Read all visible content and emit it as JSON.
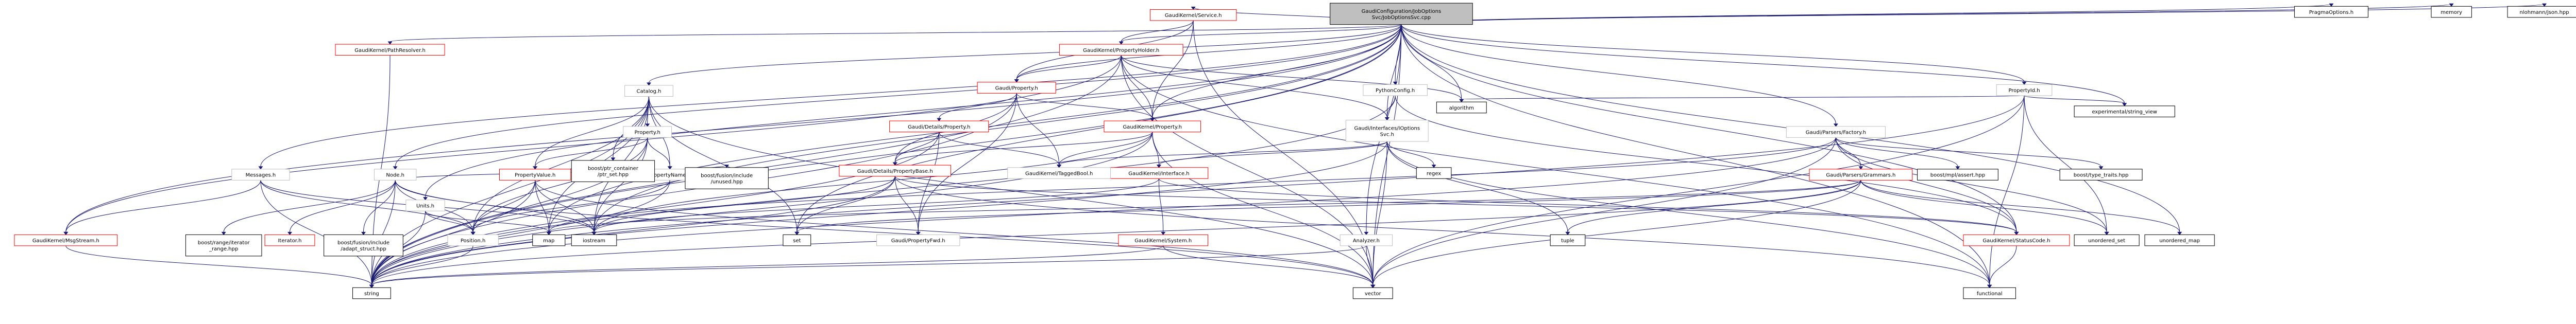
{
  "root": {
    "id": "root",
    "label_lines": [
      "GaudiConfiguration/JobOptions",
      "Svc/JobOptionsSvc.cpp"
    ],
    "style": "root"
  },
  "nodes": [
    {
      "id": "service",
      "label_lines": [
        "GaudiKernel/Service.h"
      ],
      "style": "red"
    },
    {
      "id": "propholder",
      "label_lines": [
        "GaudiKernel/PropertyHolder.h"
      ],
      "style": "red"
    },
    {
      "id": "pathresolver",
      "label_lines": [
        "GaudiKernel/PathResolver.h"
      ],
      "style": "red"
    },
    {
      "id": "gkproperty_h",
      "label_lines": [
        "Gaudi/Property.h"
      ],
      "style": "red"
    },
    {
      "id": "details_property",
      "label_lines": [
        "Gaudi/Details/Property.h"
      ],
      "style": "red"
    },
    {
      "id": "details_propertybase",
      "label_lines": [
        "Gaudi/Details/PropertyBase.h"
      ],
      "style": "red"
    },
    {
      "id": "gk_property",
      "label_lines": [
        "GaudiKernel/Property.h"
      ],
      "style": "red"
    },
    {
      "id": "ginterface",
      "label_lines": [
        "GaudiKernel/Interface.h"
      ],
      "style": "red"
    },
    {
      "id": "gksystem",
      "label_lines": [
        "GaudiKernel/System.h"
      ],
      "style": "red"
    },
    {
      "id": "gkstatuscode",
      "label_lines": [
        "GaudiKernel/StatusCode.h"
      ],
      "style": "red"
    },
    {
      "id": "gkmsgstream",
      "label_lines": [
        "GaudiKernel/MsgStream.h"
      ],
      "style": "red"
    },
    {
      "id": "propertyvalue",
      "label_lines": [
        "PropertyValue.h"
      ],
      "style": "red"
    },
    {
      "id": "parsersgrammars",
      "label_lines": [
        "Gaudi/Parsers/Grammars.h"
      ],
      "style": "red"
    },
    {
      "id": "iterator",
      "label_lines": [
        "Iterator.h"
      ],
      "style": "red"
    },
    {
      "id": "catalog",
      "label_lines": [
        "Catalog.h"
      ],
      "style": "std"
    },
    {
      "id": "messages",
      "label_lines": [
        "Messages.h"
      ],
      "style": "std"
    },
    {
      "id": "node",
      "label_lines": [
        "Node.h"
      ],
      "style": "std"
    },
    {
      "id": "units",
      "label_lines": [
        "Units.h"
      ],
      "style": "std"
    },
    {
      "id": "property_local",
      "label_lines": [
        "Property.h"
      ],
      "style": "std"
    },
    {
      "id": "propertyname",
      "label_lines": [
        "PropertyName.h"
      ],
      "style": "std"
    },
    {
      "id": "position",
      "label_lines": [
        "Position.h"
      ],
      "style": "std"
    },
    {
      "id": "pythonconfig",
      "label_lines": [
        "PythonConfig.h"
      ],
      "style": "std"
    },
    {
      "id": "ioptionssvc",
      "label_lines": [
        "Gaudi/Interfaces/IOptions",
        "Svc.h"
      ],
      "style": "std"
    },
    {
      "id": "parsersfactory",
      "label_lines": [
        "Gaudi/Parsers/Factory.h"
      ],
      "style": "std"
    },
    {
      "id": "propertyid",
      "label_lines": [
        "PropertyId.h"
      ],
      "style": "std"
    },
    {
      "id": "analyzer",
      "label_lines": [
        "Analyzer.h"
      ],
      "style": "std"
    },
    {
      "id": "taggedbool",
      "label_lines": [
        "GaudiKernel/TaggedBool.h"
      ],
      "style": "std"
    },
    {
      "id": "propertyfwd",
      "label_lines": [
        "Gaudi/PropertyFwd.h"
      ],
      "style": "std"
    },
    {
      "id": "ptr_container",
      "label_lines": [
        "boost/ptr_container",
        "/ptr_set.hpp"
      ],
      "style": "plain"
    },
    {
      "id": "boost_range",
      "label_lines": [
        "boost/range/iterator",
        "_range.hpp"
      ],
      "style": "plain"
    },
    {
      "id": "fusion_adapt",
      "label_lines": [
        "boost/fusion/include",
        "/adapt_struct.hpp"
      ],
      "style": "plain"
    },
    {
      "id": "fusion_unused",
      "label_lines": [
        "boost/fusion/include",
        "/unused.hpp"
      ],
      "style": "plain"
    },
    {
      "id": "mplassert",
      "label_lines": [
        "boost/mpl/assert.hpp"
      ],
      "style": "plain"
    },
    {
      "id": "typetraits",
      "label_lines": [
        "boost/type_traits.hpp"
      ],
      "style": "plain"
    },
    {
      "id": "pragmaoptions",
      "label_lines": [
        "PragmaOptions.h"
      ],
      "style": "plain"
    },
    {
      "id": "memory",
      "label_lines": [
        "memory"
      ],
      "style": "plain"
    },
    {
      "id": "nlohmann",
      "label_lines": [
        "nlohmann/json.hpp"
      ],
      "style": "plain"
    },
    {
      "id": "algorithm",
      "label_lines": [
        "algorithm"
      ],
      "style": "plain"
    },
    {
      "id": "exp_string_view",
      "label_lines": [
        "experimental/string_view"
      ],
      "style": "plain"
    },
    {
      "id": "regex",
      "label_lines": [
        "regex"
      ],
      "style": "plain"
    },
    {
      "id": "tuple",
      "label_lines": [
        "tuple"
      ],
      "style": "plain"
    },
    {
      "id": "set",
      "label_lines": [
        "set"
      ],
      "style": "plain"
    },
    {
      "id": "map",
      "label_lines": [
        "map"
      ],
      "style": "plain"
    },
    {
      "id": "iostream",
      "label_lines": [
        "iostream"
      ],
      "style": "plain"
    },
    {
      "id": "string",
      "label_lines": [
        "string"
      ],
      "style": "plain"
    },
    {
      "id": "vector",
      "label_lines": [
        "vector"
      ],
      "style": "plain"
    },
    {
      "id": "functional",
      "label_lines": [
        "functional"
      ],
      "style": "plain"
    },
    {
      "id": "unordered_set",
      "label_lines": [
        "unordered_set"
      ],
      "style": "plain"
    },
    {
      "id": "unordered_map",
      "label_lines": [
        "unordered_map"
      ],
      "style": "plain"
    }
  ],
  "edges": [
    [
      "root",
      "service"
    ],
    [
      "root",
      "propholder"
    ],
    [
      "root",
      "pathresolver"
    ],
    [
      "root",
      "catalog"
    ],
    [
      "root",
      "messages"
    ],
    [
      "root",
      "node"
    ],
    [
      "root",
      "units"
    ],
    [
      "root",
      "gkproperty_h"
    ],
    [
      "root",
      "gk_property"
    ],
    [
      "root",
      "pythonconfig"
    ],
    [
      "root",
      "ioptionssvc"
    ],
    [
      "root",
      "parsersfactory"
    ],
    [
      "root",
      "propertyid"
    ],
    [
      "root",
      "analyzer"
    ],
    [
      "root",
      "pragmaoptions"
    ],
    [
      "root",
      "memory"
    ],
    [
      "root",
      "nlohmann"
    ],
    [
      "root",
      "algorithm"
    ],
    [
      "root",
      "exp_string_view"
    ],
    [
      "root",
      "string"
    ],
    [
      "root",
      "vector"
    ],
    [
      "root",
      "functional"
    ],
    [
      "root",
      "unordered_map"
    ],
    [
      "root",
      "gkstatuscode"
    ],
    [
      "root",
      "gkmsgstream"
    ],
    [
      "root",
      "set"
    ],
    [
      "root",
      "iostream"
    ],
    [
      "root",
      "map"
    ],
    [
      "service",
      "propholder"
    ],
    [
      "service",
      "gkproperty_h"
    ],
    [
      "service",
      "gk_property"
    ],
    [
      "service",
      "vector"
    ],
    [
      "propholder",
      "gkproperty_h"
    ],
    [
      "propholder",
      "gk_property"
    ],
    [
      "propholder",
      "ioptionssvc"
    ],
    [
      "propholder",
      "algorithm"
    ],
    [
      "propholder",
      "string"
    ],
    [
      "propholder",
      "vector"
    ],
    [
      "propholder",
      "functional"
    ],
    [
      "propholder",
      "gkmsgstream"
    ],
    [
      "pathresolver",
      "string"
    ],
    [
      "gkproperty_h",
      "details_property"
    ],
    [
      "gkproperty_h",
      "details_propertybase"
    ],
    [
      "gkproperty_h",
      "gk_property"
    ],
    [
      "gkproperty_h",
      "taggedbool"
    ],
    [
      "gkproperty_h",
      "propertyfwd"
    ],
    [
      "gkproperty_h",
      "string"
    ],
    [
      "details_property",
      "details_propertybase"
    ],
    [
      "details_property",
      "taggedbool"
    ],
    [
      "details_property",
      "propertyfwd"
    ],
    [
      "details_property",
      "string"
    ],
    [
      "details_propertybase",
      "propertyfwd"
    ],
    [
      "details_propertybase",
      "string"
    ],
    [
      "details_propertybase",
      "gkstatuscode"
    ],
    [
      "details_propertybase",
      "set"
    ],
    [
      "details_propertybase",
      "iostream"
    ],
    [
      "details_propertybase",
      "functional"
    ],
    [
      "gk_property",
      "ginterface"
    ],
    [
      "gk_property",
      "details_propertybase"
    ],
    [
      "gk_property",
      "taggedbool"
    ],
    [
      "gk_property",
      "string"
    ],
    [
      "gk_property",
      "vector"
    ],
    [
      "gk_property",
      "iostream"
    ],
    [
      "ginterface",
      "gksystem"
    ],
    [
      "ginterface",
      "gkstatuscode"
    ],
    [
      "ginterface",
      "iostream"
    ],
    [
      "gksystem",
      "string"
    ],
    [
      "gksystem",
      "vector"
    ],
    [
      "gkstatuscode",
      "functional"
    ],
    [
      "gkmsgstream",
      "string"
    ],
    [
      "catalog",
      "property_local"
    ],
    [
      "catalog",
      "propertyname"
    ],
    [
      "catalog",
      "propertyvalue"
    ],
    [
      "catalog",
      "ptr_container"
    ],
    [
      "catalog",
      "map"
    ],
    [
      "catalog",
      "string"
    ],
    [
      "catalog",
      "vector"
    ],
    [
      "catalog",
      "set"
    ],
    [
      "catalog",
      "position"
    ],
    [
      "catalog",
      "iostream"
    ],
    [
      "property_local",
      "propertyname"
    ],
    [
      "property_local",
      "propertyvalue"
    ],
    [
      "property_local",
      "position"
    ],
    [
      "property_local",
      "string"
    ],
    [
      "property_local",
      "iostream"
    ],
    [
      "propertyname",
      "string"
    ],
    [
      "propertyname",
      "position"
    ],
    [
      "propertyvalue",
      "position"
    ],
    [
      "propertyvalue",
      "string"
    ],
    [
      "propertyvalue",
      "vector"
    ],
    [
      "propertyvalue",
      "map"
    ],
    [
      "propertyvalue",
      "iostream"
    ],
    [
      "position",
      "string"
    ],
    [
      "messages",
      "gkmsgstream"
    ],
    [
      "messages",
      "position"
    ],
    [
      "messages",
      "string"
    ],
    [
      "messages",
      "iostream"
    ],
    [
      "node",
      "iterator"
    ],
    [
      "node",
      "boost_range"
    ],
    [
      "node",
      "fusion_adapt"
    ],
    [
      "node",
      "fusion_unused"
    ],
    [
      "node",
      "position"
    ],
    [
      "node",
      "string"
    ],
    [
      "node",
      "vector"
    ],
    [
      "node",
      "iostream"
    ],
    [
      "units",
      "position"
    ],
    [
      "units",
      "map"
    ],
    [
      "units",
      "string"
    ],
    [
      "pythonconfig",
      "ioptionssvc"
    ],
    [
      "pythonconfig",
      "gkstatuscode"
    ],
    [
      "pythonconfig",
      "string"
    ],
    [
      "ioptionssvc",
      "ginterface"
    ],
    [
      "ioptionssvc",
      "taggedbool"
    ],
    [
      "ioptionssvc",
      "regex"
    ],
    [
      "ioptionssvc",
      "tuple"
    ],
    [
      "ioptionssvc",
      "vector"
    ],
    [
      "ioptionssvc",
      "string"
    ],
    [
      "ioptionssvc",
      "functional"
    ],
    [
      "parsersfactory",
      "parsersgrammars"
    ],
    [
      "parsersfactory",
      "gkstatuscode"
    ],
    [
      "parsersfactory",
      "mplassert"
    ],
    [
      "parsersfactory",
      "typetraits"
    ],
    [
      "parsersfactory",
      "string"
    ],
    [
      "parsersfactory",
      "vector"
    ],
    [
      "parsersfactory",
      "map"
    ],
    [
      "parsersfactory",
      "unordered_set"
    ],
    [
      "parsersgrammars",
      "string"
    ],
    [
      "parsersgrammars",
      "vector"
    ],
    [
      "parsersgrammars",
      "tuple"
    ],
    [
      "parsersgrammars",
      "map"
    ],
    [
      "parsersgrammars",
      "set"
    ],
    [
      "parsersgrammars",
      "unordered_map"
    ],
    [
      "parsersgrammars",
      "unordered_set"
    ],
    [
      "propertyid",
      "algorithm"
    ],
    [
      "propertyid",
      "exp_string_view"
    ],
    [
      "propertyid",
      "string"
    ],
    [
      "propertyid",
      "vector"
    ],
    [
      "propertyid",
      "functional"
    ],
    [
      "propertyid",
      "unordered_set"
    ],
    [
      "analyzer",
      "string"
    ],
    [
      "analyzer",
      "vector"
    ]
  ]
}
